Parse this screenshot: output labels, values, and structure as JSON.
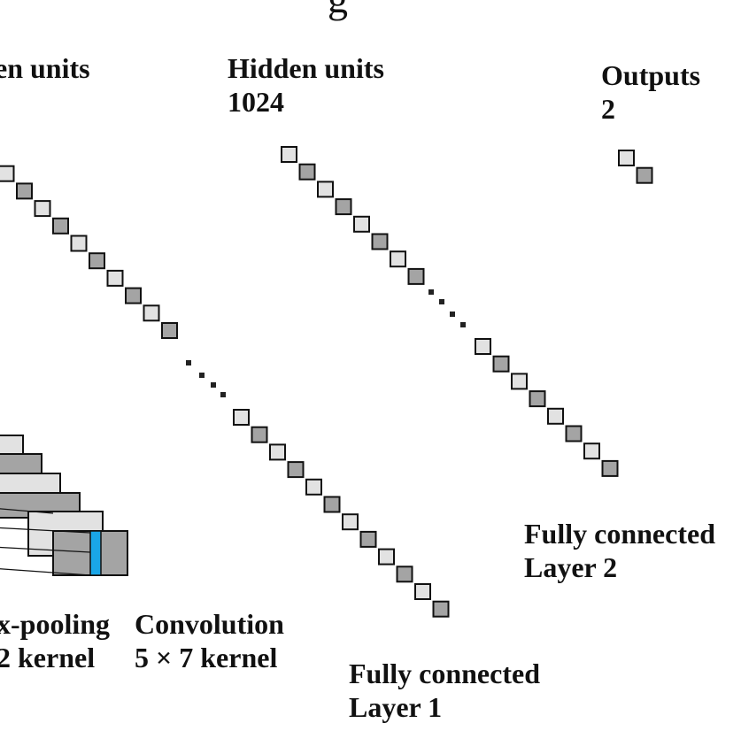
{
  "diagram": {
    "top_fragment": "g",
    "labels": {
      "hidden_units_left": {
        "line1": "en units"
      },
      "hidden_units_right": {
        "line1": "Hidden units",
        "line2": "1024"
      },
      "outputs": {
        "line1": "Outputs",
        "line2": "2"
      },
      "fully_connected_2": {
        "line1": "Fully connected",
        "line2": "Layer 2"
      },
      "fully_connected_1": {
        "line1": "Fully connected",
        "line2": "Layer 1"
      },
      "max_pooling": {
        "line1": "x-pooling",
        "line2": "2 kernel"
      },
      "convolution": {
        "line1": "Convolution",
        "line2": "5 × 7 kernel"
      }
    },
    "colors": {
      "light_unit": "#e2e2e2",
      "dark_unit": "#a4a4a4",
      "stroke": "#111111",
      "highlight": "#1aa6e8",
      "dots": "#222222"
    }
  }
}
